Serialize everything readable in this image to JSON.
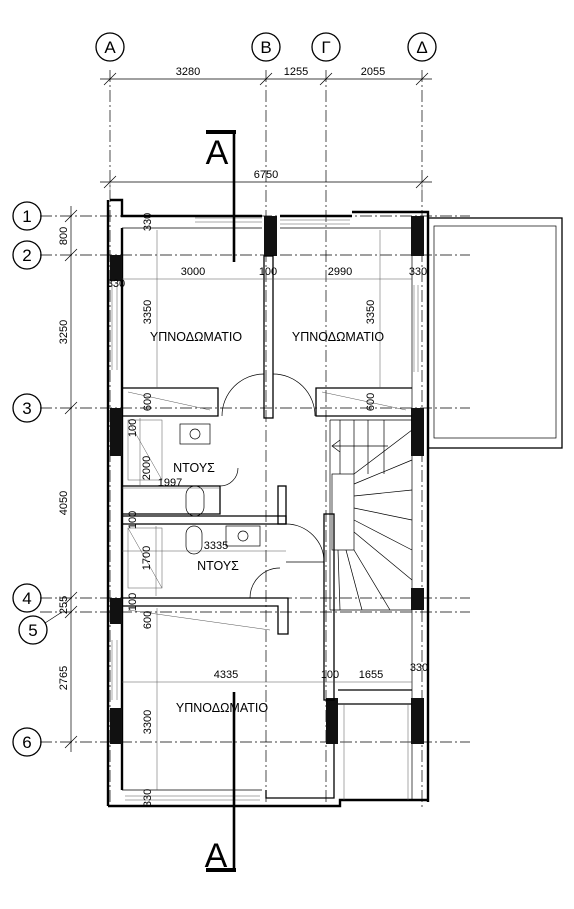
{
  "grid_labels": {
    "columns": [
      "Α",
      "Β",
      "Γ",
      "Δ"
    ],
    "rows": [
      "1",
      "2",
      "3",
      "4",
      "5",
      "6"
    ]
  },
  "dimensions": {
    "top": [
      "3280",
      "1255",
      "2055",
      "6750"
    ],
    "left": [
      "800",
      "3250",
      "4050",
      "255",
      "2765"
    ],
    "interior": [
      "330",
      "3000",
      "100",
      "2990",
      "330",
      "330",
      "3350",
      "3350",
      "600",
      "600",
      "100",
      "2000",
      "1997",
      "100",
      "3335",
      "1700",
      "100",
      "600",
      "4335",
      "100",
      "1655",
      "330",
      "3300",
      "330"
    ]
  },
  "rooms": [
    "ΥΠΝΟΔΩΜΑΤΙΟ",
    "ΥΠΝΟΔΩΜΑΤΙΟ",
    "ΝΤΟΥΣ",
    "ΝΤΟΥΣ",
    "ΥΠΝΟΔΩΜΑΤΙΟ"
  ],
  "section_labels": [
    "Α",
    "Α"
  ]
}
